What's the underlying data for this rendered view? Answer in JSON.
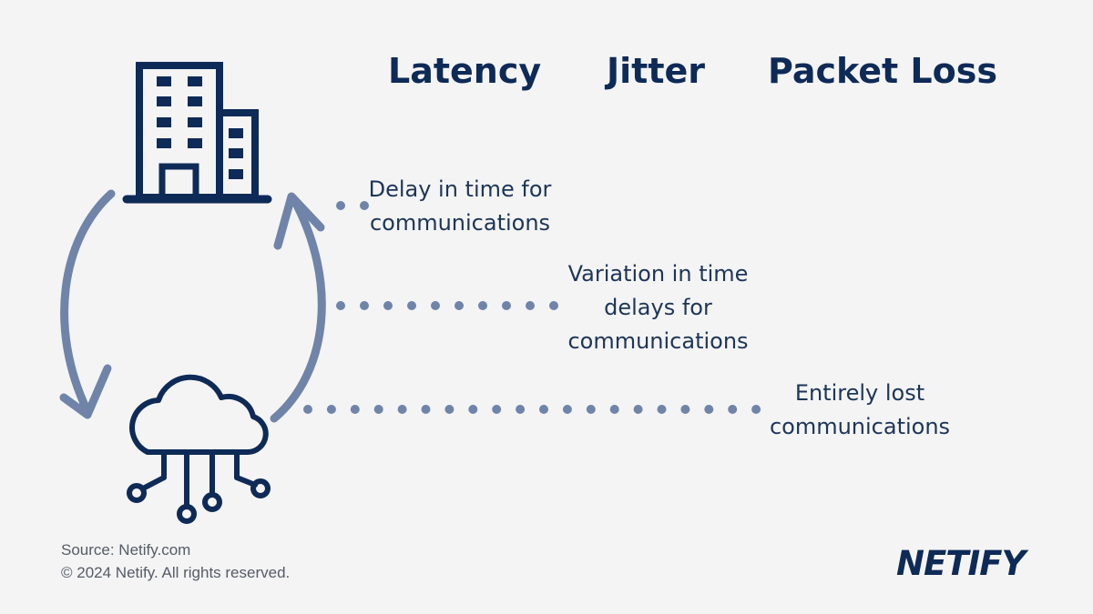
{
  "headings": {
    "latency": "Latency",
    "jitter": "Jitter",
    "packet_loss": "Packet Loss"
  },
  "descriptions": {
    "latency": [
      "Delay in time for",
      "communications"
    ],
    "jitter": [
      "Variation in time",
      "delays for",
      "communications"
    ],
    "packet_loss": [
      "Entirely lost",
      "communications"
    ]
  },
  "footer": {
    "source": "Source: Netify.com",
    "copyright": "© 2024 Netify. All rights reserved."
  },
  "logo": "NETIFY",
  "icons": {
    "building": "building-icon",
    "cloud": "cloud-network-icon"
  },
  "colors": {
    "navy": "#0e2a57",
    "arrow": "#6f84a8",
    "dots": "#6f84a8",
    "background": "#f4f4f5"
  }
}
